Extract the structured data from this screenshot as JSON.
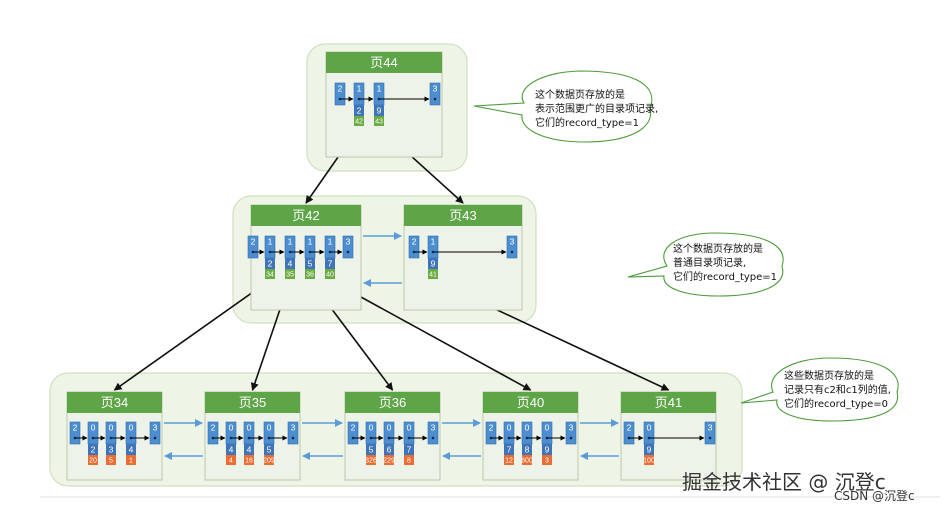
{
  "levels": [
    {
      "id": "root",
      "pages": [
        {
          "title": "页44",
          "records": [
            {
              "top": "2"
            },
            {
              "top": "1",
              "mid": "2",
              "sub": "42",
              "sub_color": "green"
            },
            {
              "top": "1",
              "mid": "9",
              "sub": "43",
              "sub_color": "green"
            },
            {
              "top": "3"
            }
          ]
        }
      ]
    },
    {
      "id": "internal",
      "pages": [
        {
          "title": "页42",
          "records": [
            {
              "top": "2"
            },
            {
              "top": "1",
              "mid": "2",
              "sub": "34",
              "sub_color": "green"
            },
            {
              "top": "1",
              "mid": "4",
              "sub": "35",
              "sub_color": "green"
            },
            {
              "top": "1",
              "mid": "5",
              "sub": "36",
              "sub_color": "green"
            },
            {
              "top": "1",
              "mid": "7",
              "sub": "40",
              "sub_color": "green"
            },
            {
              "top": "3"
            }
          ]
        },
        {
          "title": "页43",
          "records": [
            {
              "top": "2"
            },
            {
              "top": "1",
              "mid": "9",
              "sub": "41",
              "sub_color": "green"
            },
            {
              "top": "3"
            }
          ]
        }
      ]
    },
    {
      "id": "leaf",
      "pages": [
        {
          "title": "页34",
          "records": [
            {
              "top": "2"
            },
            {
              "top": "0",
              "mid": "2",
              "sub": "20",
              "sub_color": "orange"
            },
            {
              "top": "0",
              "mid": "3",
              "sub": "5",
              "sub_color": "orange"
            },
            {
              "top": "0",
              "mid": "4",
              "sub": "1",
              "sub_color": "orange"
            },
            {
              "top": "3"
            }
          ]
        },
        {
          "title": "页35",
          "records": [
            {
              "top": "2"
            },
            {
              "top": "0",
              "mid": "4",
              "sub": "4",
              "sub_color": "orange"
            },
            {
              "top": "0",
              "mid": "4",
              "sub": "16",
              "sub_color": "orange"
            },
            {
              "top": "0",
              "mid": "5",
              "sub": "209",
              "sub_color": "orange"
            },
            {
              "top": "3"
            }
          ]
        },
        {
          "title": "页36",
          "records": [
            {
              "top": "2"
            },
            {
              "top": "0",
              "mid": "5",
              "sub": "326",
              "sub_color": "orange"
            },
            {
              "top": "0",
              "mid": "6",
              "sub": "229",
              "sub_color": "orange"
            },
            {
              "top": "0",
              "mid": "7",
              "sub": "8",
              "sub_color": "orange"
            },
            {
              "top": "3"
            }
          ]
        },
        {
          "title": "页40",
          "records": [
            {
              "top": "2"
            },
            {
              "top": "0",
              "mid": "7",
              "sub": "12",
              "sub_color": "orange"
            },
            {
              "top": "0",
              "mid": "8",
              "sub": "600",
              "sub_color": "orange"
            },
            {
              "top": "0",
              "mid": "9",
              "sub": "3",
              "sub_color": "orange"
            },
            {
              "top": "3"
            }
          ]
        },
        {
          "title": "页41",
          "records": [
            {
              "top": "2"
            },
            {
              "top": "0",
              "mid": "9",
              "sub": "100",
              "sub_color": "orange"
            },
            {
              "top": "3"
            }
          ]
        }
      ]
    }
  ],
  "notes": [
    {
      "lines": [
        "这个数据页存放的是",
        "表示范围更广的目录项记录,",
        "它们的record_type=1"
      ]
    },
    {
      "lines": [
        "这个数据页存放的是",
        "普通目录项记录,",
        "它们的record_type=1"
      ]
    },
    {
      "lines": [
        "这些数据页存放的是",
        "记录只有c2和c1列的值,",
        "它们的record_type=0"
      ]
    }
  ],
  "watermark": {
    "main": "掘金技术社区 @ 沉登c",
    "sub": "CSDN @沉登c"
  },
  "colors": {
    "page_header": "#5ea548",
    "slot": "#4d8ed1",
    "key_green": "#6aab43",
    "key_orange": "#ea6d33",
    "sibling_arrow": "#5a9bd8"
  }
}
